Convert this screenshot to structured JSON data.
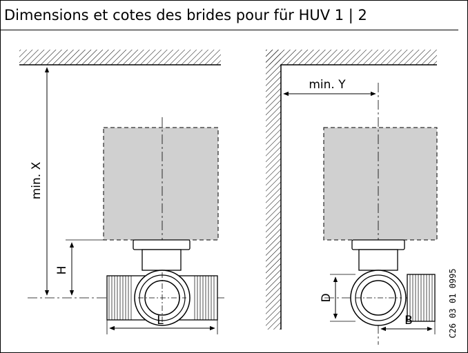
{
  "title": "Dimensions et cotes des brides pour für HUV 1 | 2",
  "labels": {
    "min_x": "min. X",
    "min_y": "min. Y",
    "h": "H",
    "l": "L",
    "d": "D",
    "b": "B"
  },
  "figure_code": "C26 03 01 0995"
}
